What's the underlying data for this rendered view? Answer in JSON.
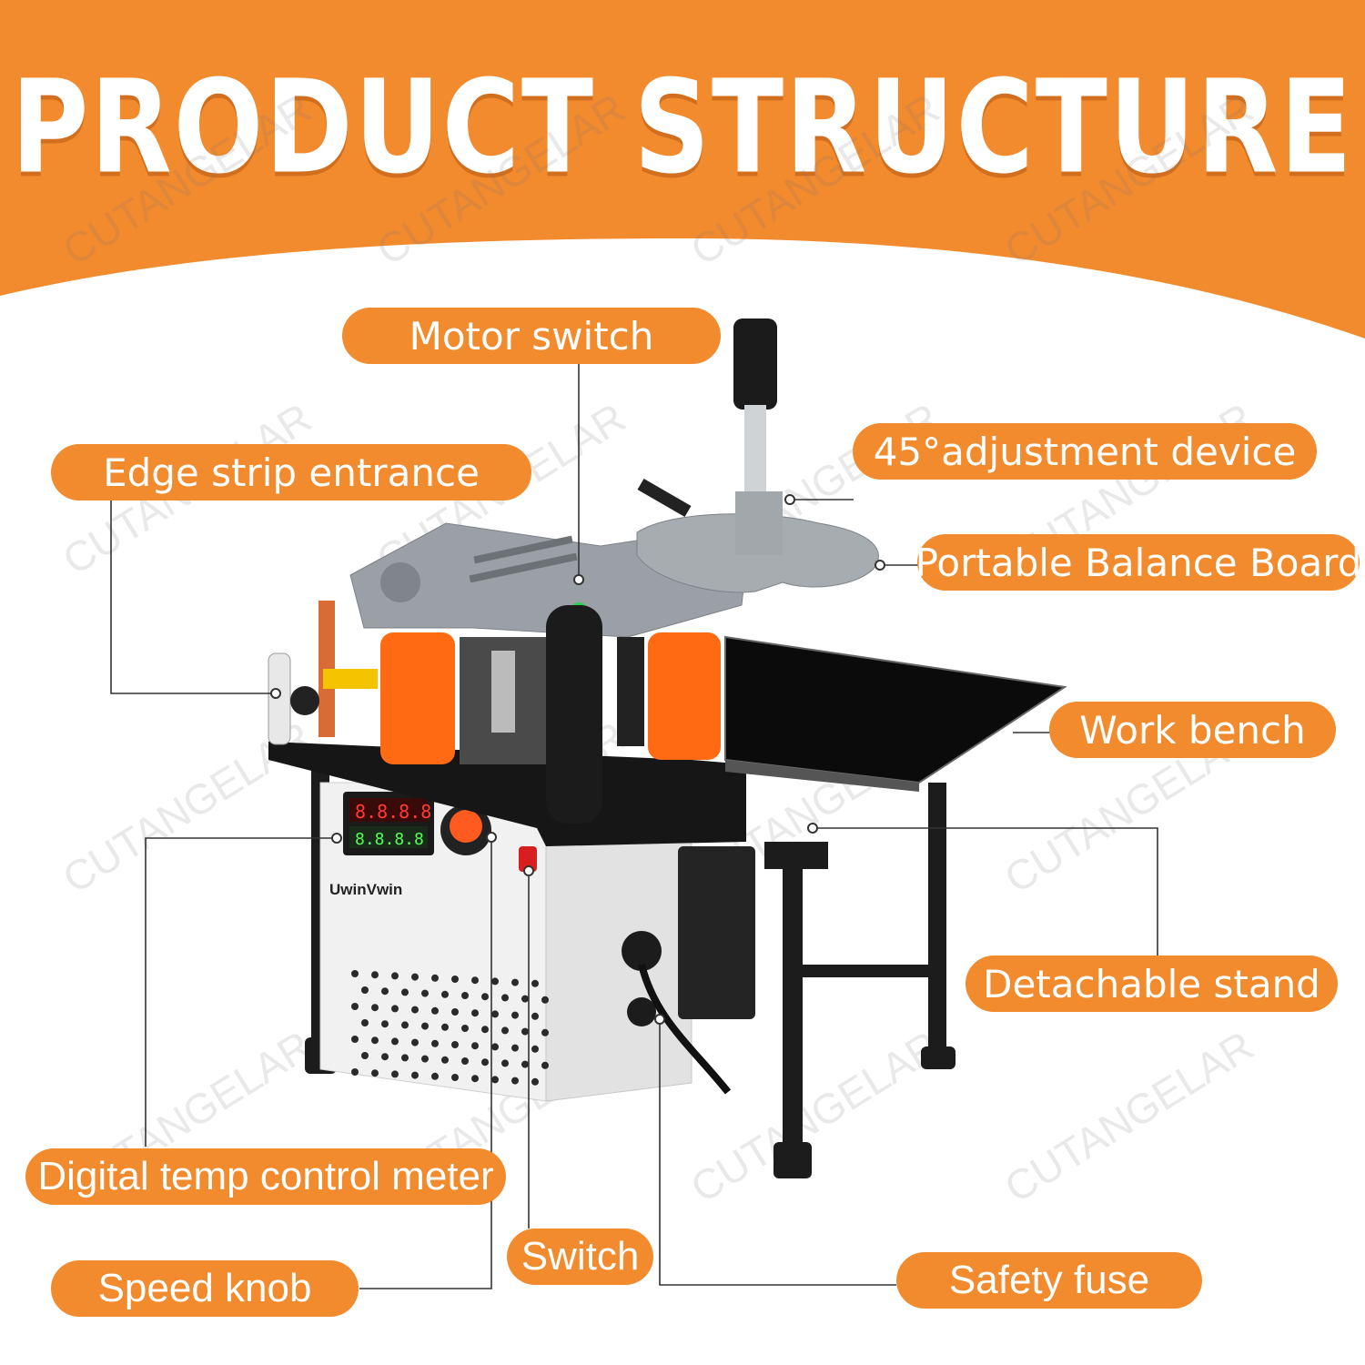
{
  "title": "PRODUCT STRUCTURE",
  "brand_label": "UwinVwin",
  "watermark": "CUTANGELAR",
  "colors": {
    "accent": "#f28a2e",
    "text_on_accent": "#ffffff",
    "machine_gray": "#9aa0a6",
    "roller_orange": "#ff6a13"
  },
  "labels": {
    "motor_switch": "Motor switch",
    "edge_strip_entrance": "Edge strip entrance",
    "adjustment_45": "45°adjustment device",
    "balance_board": "Portable Balance Board",
    "work_bench": "Work bench",
    "detachable_stand": "Detachable stand",
    "temp_meter": "Digital temp control meter",
    "switch": "Switch",
    "speed_knob": "Speed knob",
    "safety_fuse": "Safety fuse"
  }
}
